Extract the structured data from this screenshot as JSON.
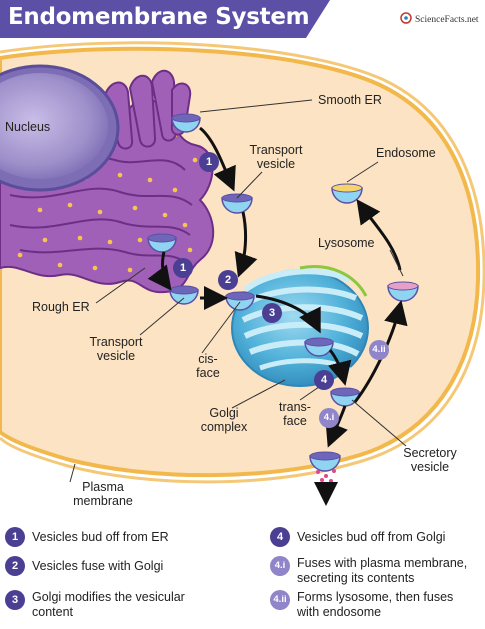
{
  "title": "Endomembrane System",
  "logo_text": "ScienceFacts.net",
  "labels": {
    "nucleus": "Nucleus",
    "smooth_er": "Smooth ER",
    "transport_vesicle_top_1": "Transport",
    "transport_vesicle_top_2": "vesicle",
    "endosome": "Endosome",
    "lysosome": "Lysosome",
    "rough_er": "Rough ER",
    "transport_vesicle_bottom_1": "Transport",
    "transport_vesicle_bottom_2": "vesicle",
    "cis_face_1": "cis-",
    "cis_face_2": "face",
    "golgi_complex_1": "Golgi",
    "golgi_complex_2": "complex",
    "trans_face_1": "trans-",
    "trans_face_2": "face",
    "secretory_vesicle_1": "Secretory",
    "secretory_vesicle_2": "vesicle",
    "plasma_membrane_1": "Plasma",
    "plasma_membrane_2": "membrane"
  },
  "badges": {
    "step1_top": "1",
    "step1_bottom": "1",
    "step2": "2",
    "step3": "3",
    "step4": "4",
    "step4i": "4.i",
    "step4ii": "4.ii"
  },
  "legend": [
    {
      "badge": "1",
      "text": "Vesicles bud off from ER"
    },
    {
      "badge": "2",
      "text": "Vesicles fuse with Golgi"
    },
    {
      "badge": "3",
      "text_1": "Golgi modifies the vesicular",
      "text_2": "content"
    },
    {
      "badge": "4",
      "text": "Vesicles bud off from Golgi"
    },
    {
      "badge": "4.i",
      "text_1": "Fuses with plasma membrane,",
      "text_2": "secreting its contents"
    },
    {
      "badge": "4.ii",
      "text_1": "Forms lysosome, then fuses",
      "text_2": "with endosome"
    }
  ],
  "colors": {
    "title_band": "#5b4fa6",
    "cytoplasm": "#fce3c4",
    "cell_outline": "#f2b84b",
    "nucleus": "#9d8fc9",
    "er": "#a060b8",
    "golgi": "#4fb0d8",
    "vesicle": "#8fd4f0",
    "badge": "#4b3f94",
    "badge_light": "#8f85c8"
  }
}
